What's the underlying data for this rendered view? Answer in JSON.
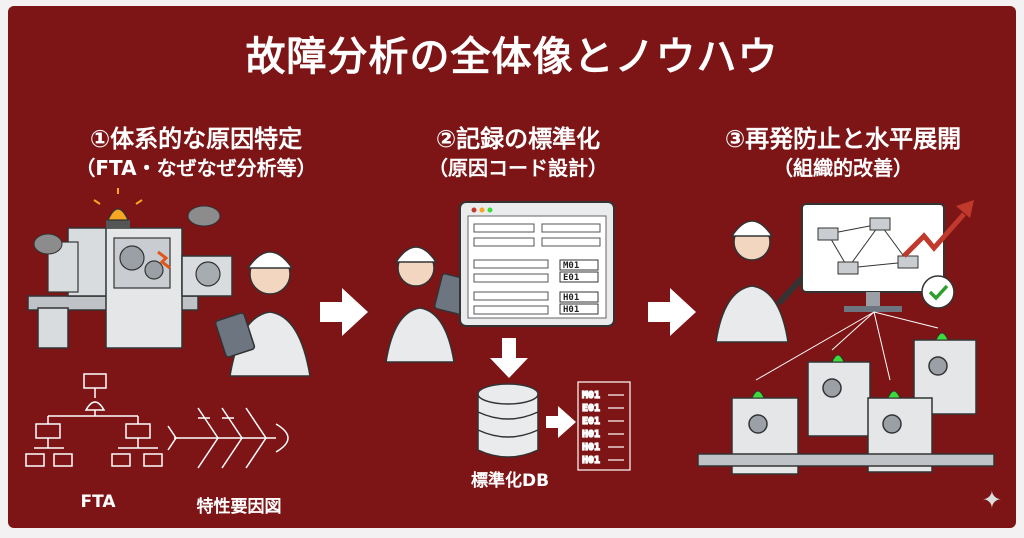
{
  "title": "故障分析の全体像とノウハウ",
  "steps": [
    {
      "heading": "①体系的な原因特定",
      "sub": "（FTA・なぜなぜ分析等）"
    },
    {
      "heading": "②記録の標準化",
      "sub": "（原因コード設計）"
    },
    {
      "heading": "③再発防止と水平展開",
      "sub": "（組織的改善）"
    }
  ],
  "labels": {
    "fta": "FTA",
    "fishbone": "特性要因図",
    "db": "標準化DB"
  },
  "codes": {
    "screen": [
      "M01",
      "E01",
      "H01",
      "H01"
    ],
    "list": [
      "M01",
      "E01",
      "E01",
      "H01",
      "H01",
      "H01"
    ]
  },
  "colors": {
    "background": "#7d1416",
    "alert_light": "#f5a623",
    "ok_light": "#3ddc3d",
    "trend_arrow": "#c0392b"
  },
  "icons": [
    "warning-light-icon",
    "arrow-right-icon",
    "arrow-down-icon",
    "database-icon",
    "check-icon",
    "trend-arrow-icon",
    "sparkle-icon"
  ]
}
